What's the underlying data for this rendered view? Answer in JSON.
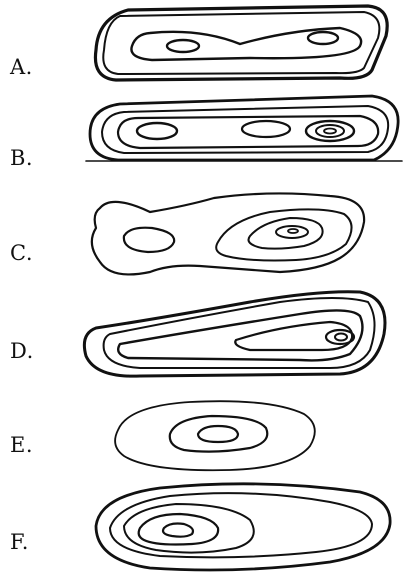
{
  "diagrams": [
    {
      "label": "A.",
      "icon": "contour-map-icon"
    },
    {
      "label": "B.",
      "icon": "contour-map-icon"
    },
    {
      "label": "C.",
      "icon": "contour-map-icon"
    },
    {
      "label": "D.",
      "icon": "contour-map-icon"
    },
    {
      "label": "E.",
      "icon": "contour-map-icon"
    },
    {
      "label": "F.",
      "icon": "contour-map-icon"
    }
  ],
  "colors": {
    "ink": "#111111",
    "background": "#ffffff"
  }
}
